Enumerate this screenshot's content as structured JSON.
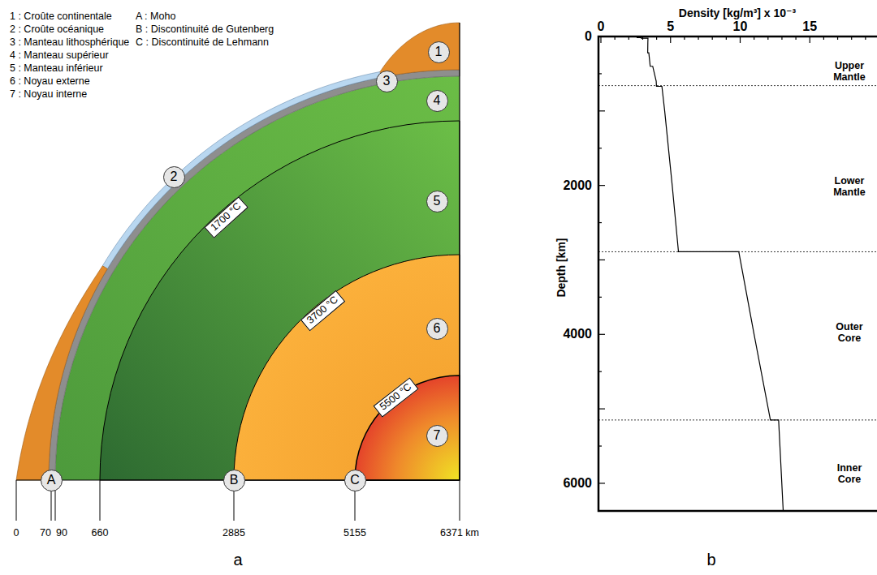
{
  "diagram": {
    "nodes": [
      {
        "text": [
          "1"
        ]
      },
      {
        "text": [
          "3"
        ]
      },
      {
        "text": [
          "4"
        ]
      },
      {
        "text": [
          "2"
        ]
      },
      {
        "text": [
          "1700 °C"
        ]
      },
      {
        "text": [
          "5"
        ]
      },
      {
        "text": [
          "3700 °C"
        ]
      },
      {
        "text": [
          "6"
        ]
      },
      {
        "text": [
          "5500 °C"
        ]
      },
      {
        "text": [
          "7"
        ]
      },
      {
        "text": [
          "A"
        ]
      },
      {
        "text": [
          "B"
        ]
      },
      {
        "text": [
          "C"
        ]
      }
    ],
    "labels": [
      "1 : Croûte continentale",
      "2 : Croûte océanique",
      "3 : Manteau lithosphérique",
      "4 : Manteau supérieur",
      "5 : Manteau inférieur",
      "6 : Noyau externe",
      "7 : Noyau interne",
      "A : Moho",
      "B : Discontinuité de Gutenberg",
      "C : Discontinuité de Lehmann",
      "0",
      "70",
      "90",
      "660",
      "2885",
      "5155",
      "6371 km",
      "a",
      "b",
      "Density [kg/m³] x 10⁻³",
      "0",
      "5",
      "10",
      "15",
      "0",
      "2000",
      "4000",
      "6000",
      "Depth [km]",
      "Upper Mantle",
      "Lower Mantle",
      "Outer Core",
      "Inner Core"
    ]
  }
}
